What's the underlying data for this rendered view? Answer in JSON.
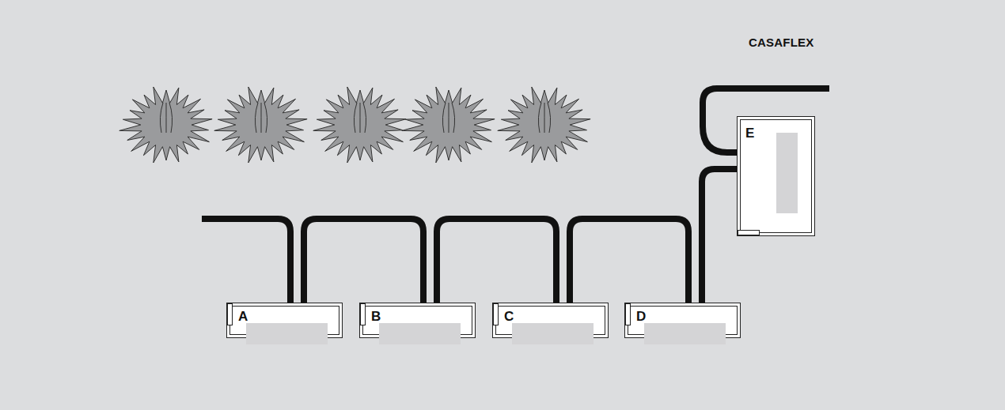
{
  "diagram": {
    "nodes": [
      {
        "text": [
          "A"
        ]
      },
      {
        "text": [
          "B"
        ]
      },
      {
        "text": [
          "C"
        ]
      },
      {
        "text": [
          "D"
        ]
      },
      {
        "text": [
          "E"
        ]
      }
    ],
    "edges": [
      {
        "from": 0,
        "to": 1,
        "arrow": "none"
      },
      {
        "from": 1,
        "to": 2,
        "arrow": "none"
      },
      {
        "from": 2,
        "to": 3,
        "arrow": "none"
      },
      {
        "from": 3,
        "to": 4,
        "arrow": "none"
      }
    ],
    "labels": [
      "CASAFLEX"
    ]
  }
}
